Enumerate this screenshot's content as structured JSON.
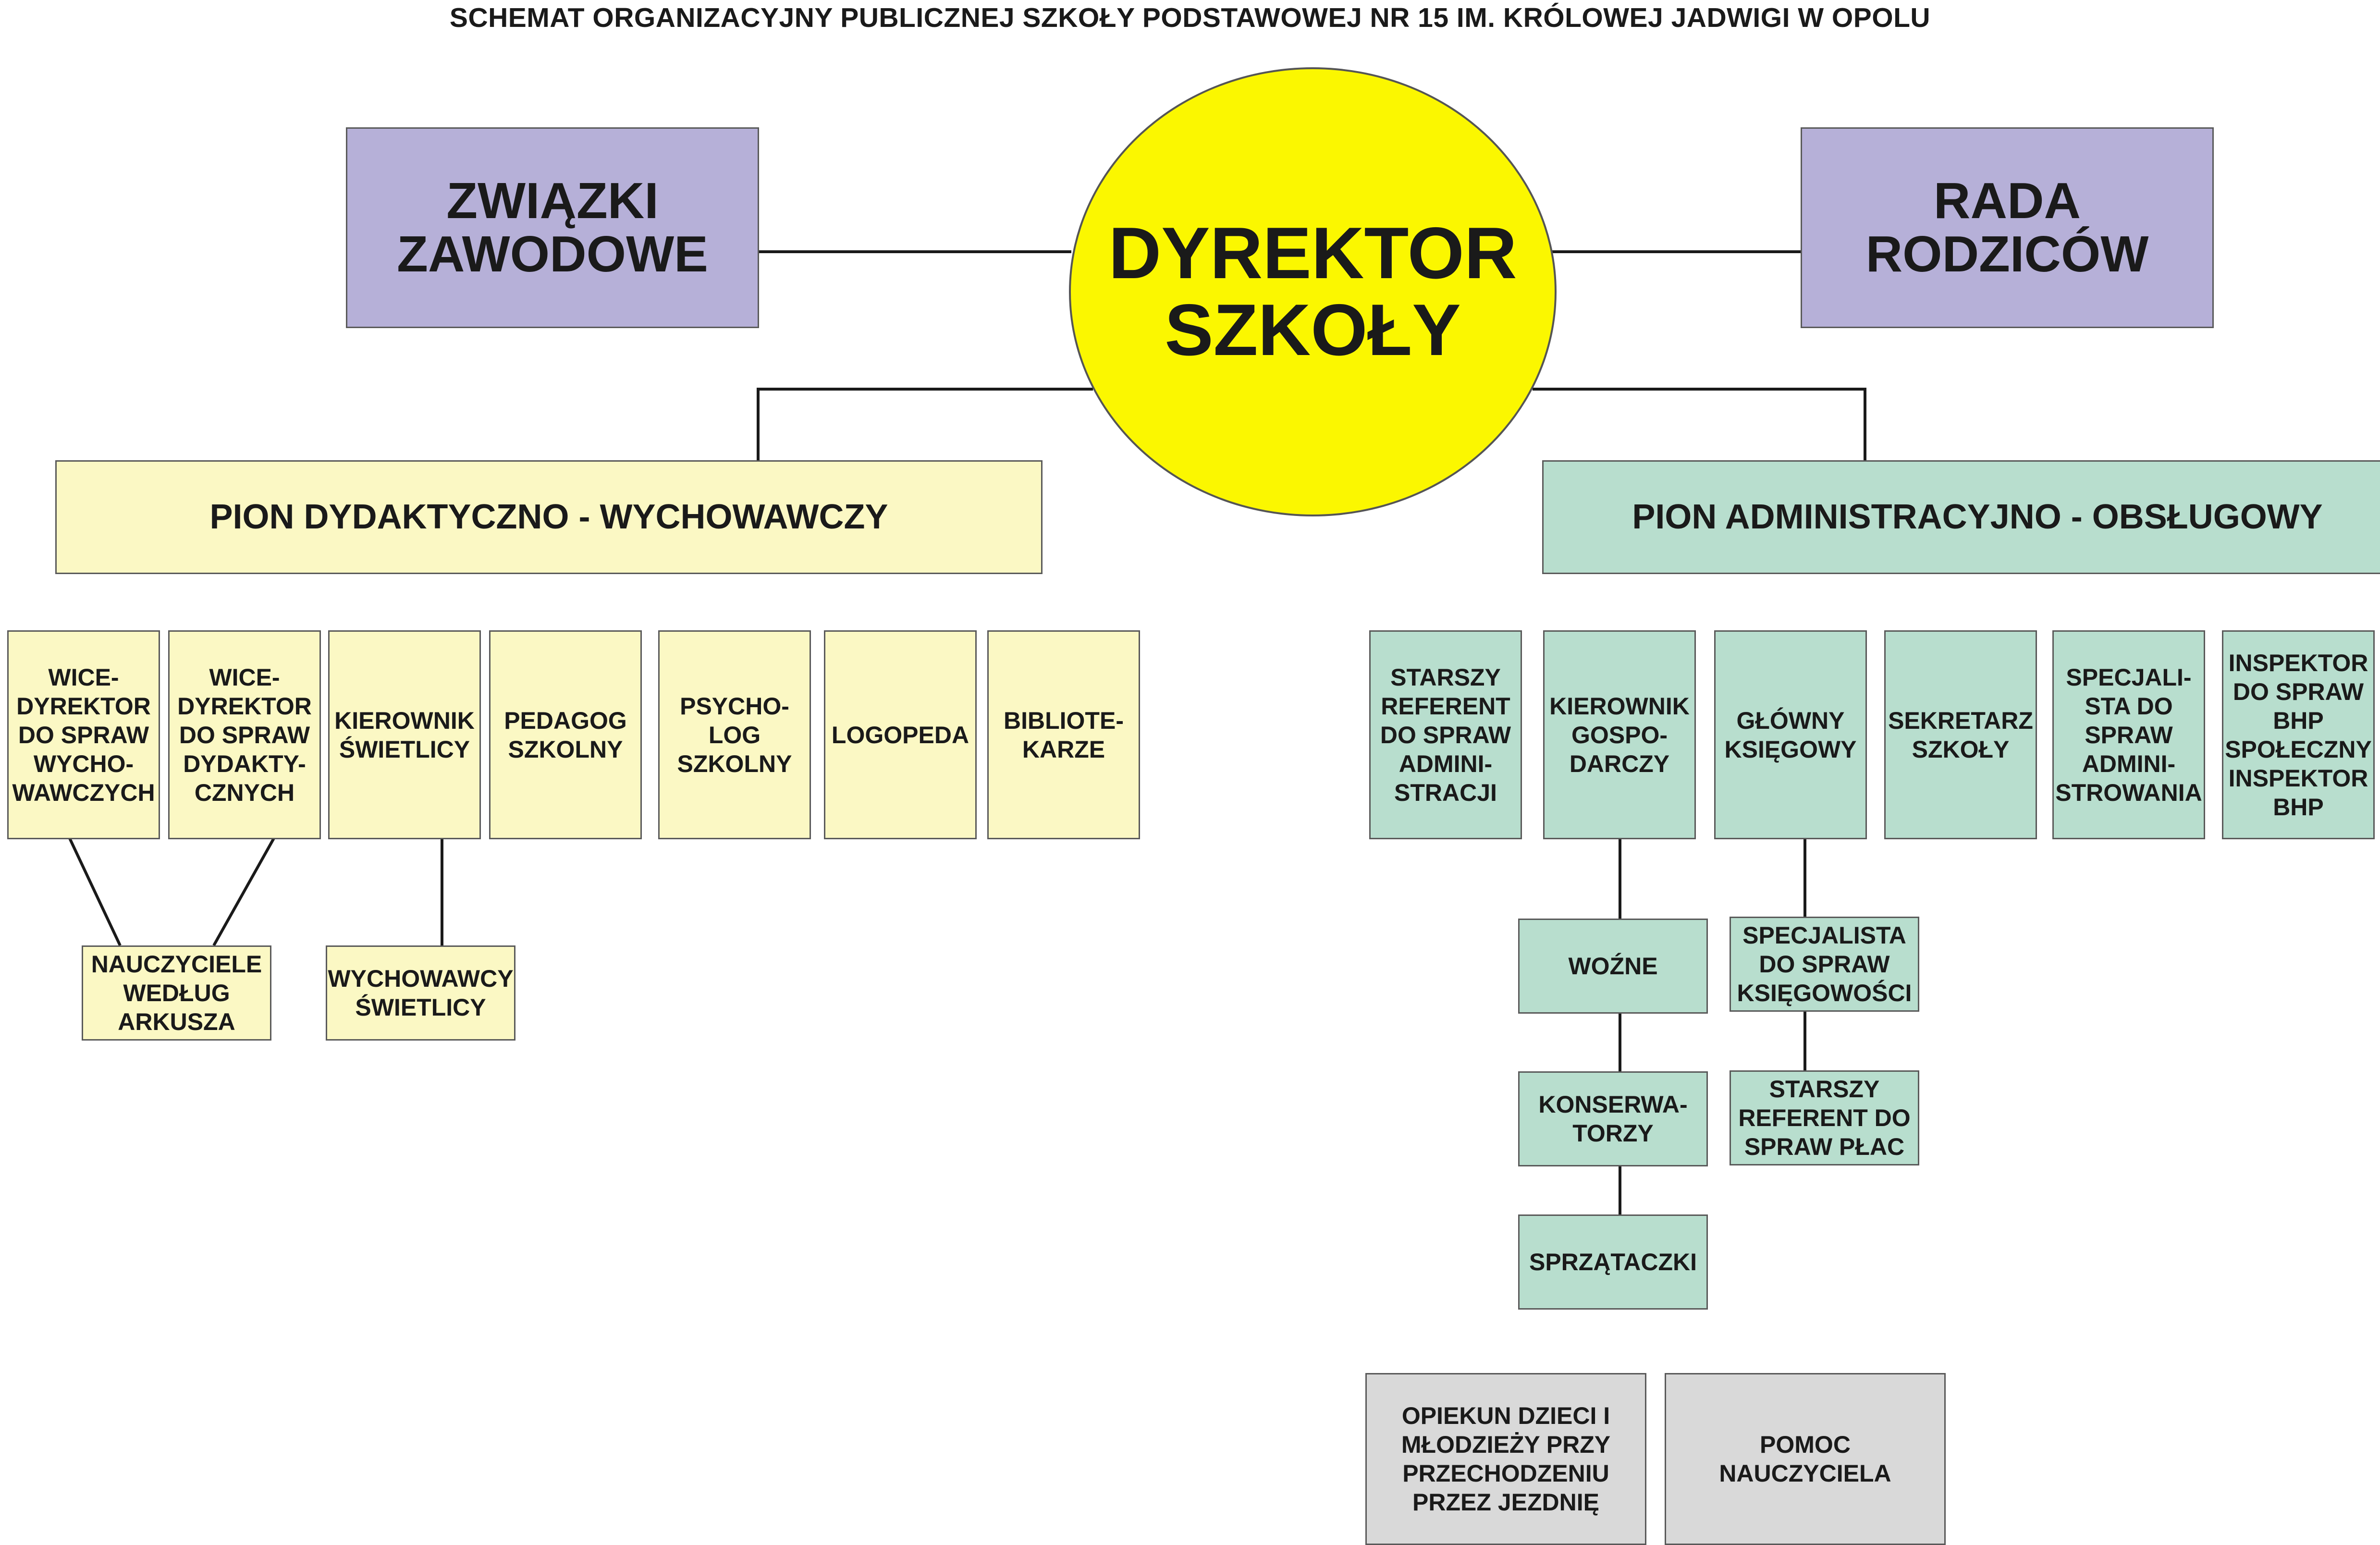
{
  "title": "SCHEMAT ORGANIZACYJNY PUBLICZNEJ SZKOŁY PODSTAWOWEJ NR 15 IM. KRÓLOWEJ JADWIGI W OPOLU",
  "top": {
    "unions": "ZWIĄZKI\nZAWODOWE",
    "director": "DYREKTOR\nSZKOŁY",
    "parents": "RADA\nRODZICÓW"
  },
  "pions": {
    "didactic": "PION DYDAKTYCZNO - WYCHOWAWCZY",
    "admin": "PION ADMINISTRACYJNO - OBSŁUGOWY"
  },
  "didactic_units": [
    "WICE-\nDYREKTOR\nDO SPRAW\nWYCHO-\nWAWCZYCH",
    "WICE-\nDYREKTOR\nDO SPRAW\nDYDAKTY-\nCZNYCH",
    "KIEROWNIK\nŚWIETLICY",
    "PEDAGOG\nSZKOLNY",
    "PSYCHO-\nLOG\nSZKOLNY",
    "LOGOPEDA",
    "BIBLIOTE-\nKARZE"
  ],
  "didactic_sub": {
    "teachers": "NAUCZYCIELE\nWEDŁUG\nARKUSZA",
    "common_room": "WYCHOWAWCY\nŚWIETLICY"
  },
  "admin_units": [
    "STARSZY\nREFERENT\nDO SPRAW\nADMINI-\nSTRACJI",
    "KIEROWNIK\nGOSPO-\nDARCZY",
    "GŁÓWNY\nKSIĘGOWY",
    "SEKRETARZ\nSZKOŁY",
    "SPECJALI-\nSTA DO\nSPRAW\nADMINI-\nSTROWANIA",
    "INSPEKTOR\nDO SPRAW\nBHP\nSPOŁECZNY\nINSPEKTOR\nBHP"
  ],
  "maintenance_chain": [
    "WOŹNE",
    "KONSERWA-\nTORZY",
    "SPRZĄTACZKI"
  ],
  "accounting_chain": [
    "SPECJALISTA\nDO SPRAW\nKSIĘGOWOŚCI",
    "STARSZY\nREFERENT DO\nSPRAW PŁAC"
  ],
  "extra": {
    "crossing_guard": "OPIEKUN DZIECI I\nMŁODZIEŻY PRZY\nPRZECHODZENIU\nPRZEZ JEZDNIĘ",
    "assistant": "POMOC\nNAUCZYCIELA"
  },
  "colors": {
    "lavender": "#b6b0d8",
    "director_yellow": "#fbf700",
    "didactic_yellow": "#fbf8c4",
    "admin_green": "#b8dece",
    "extra_gray": "#d9d9d9"
  }
}
